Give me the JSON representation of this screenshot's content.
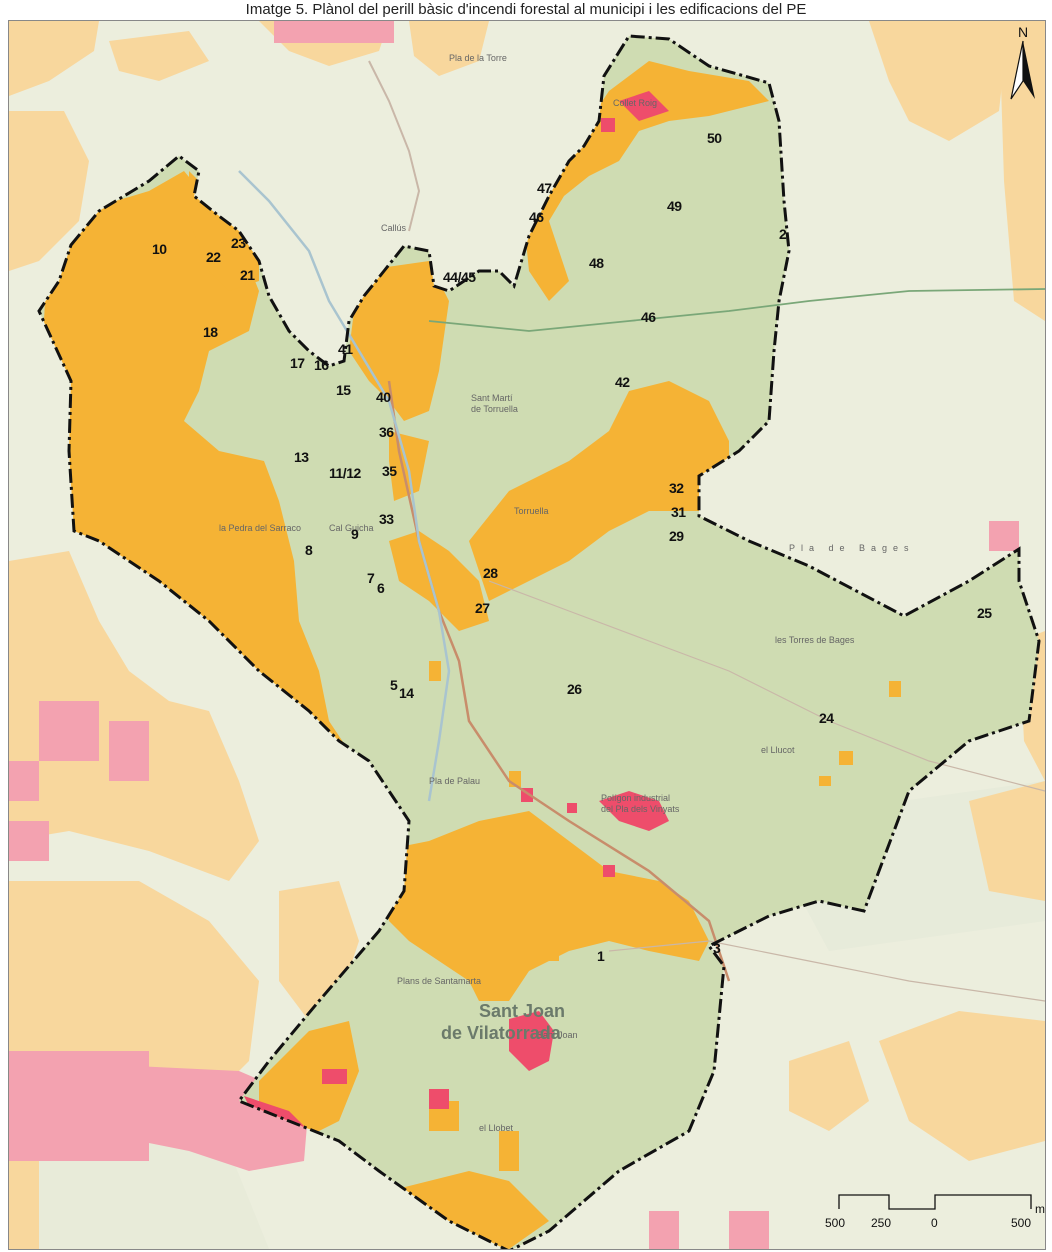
{
  "caption": "Imatge 5. Plànol del perill bàsic d'incendi forestal al municipi i les edificacions del PE",
  "north_arrow": {
    "label": "N",
    "icon": "north-arrow-icon"
  },
  "scale_bar": {
    "ticks": [
      "500",
      "250",
      "0",
      "500"
    ],
    "unit": "m"
  },
  "town_name": {
    "line1": "Sant Joan",
    "line2": "de Vilatorrada"
  },
  "colors": {
    "background_map": "#eceedd",
    "municipality": "#cfdcb2",
    "high_hazard": "#f5b335",
    "very_high_hazard": "#ee4d6b",
    "outside_high_hazard": "#f8d79d",
    "outside_very_high_hazard": "#f3a2b0",
    "boundary": "#111111"
  },
  "place_names": {
    "callus": "Callús",
    "sant_marti": "Sant Martí",
    "de_torruella": "de Torruella",
    "pla_de_bages": "Pla de Bages",
    "el_llobet": "el Llobet",
    "pla_de_la_torre": "Pla de la Torre",
    "plans_de_santa_marta": "Plans de Santamarta",
    "cal_guicha": "Cal Guicha",
    "collet_roig": "Collet Roig",
    "la_pedra_del_sarraco": "la Pedra del Sarraco",
    "poligon_industrial": "Polígon industrial",
    "del_pla_dels_vinyats": "del Pla dels Vinyats",
    "les_torres_de_bages": "les Torres de Bages",
    "el_llucot": "el Llucot",
    "pla_de_palau": "Pla de Palau",
    "sant_joan": "Sant Joan",
    "torruella": "Torruella"
  },
  "building_labels": {
    "b1": "1",
    "b2": "2",
    "b3": "3",
    "b5": "5",
    "b6": "6",
    "b7": "7",
    "b8": "8",
    "b9": "9",
    "b10": "10",
    "b11_12": "11/12",
    "b13": "13",
    "b14": "14",
    "b15": "15",
    "b16": "16",
    "b17": "17",
    "b18": "18",
    "b21": "21",
    "b22": "22",
    "b23": "23",
    "b24": "24",
    "b25": "25",
    "b26": "26",
    "b27": "27",
    "b28": "28",
    "b29": "29",
    "b31": "31",
    "b32": "32",
    "b33": "33",
    "b35": "35",
    "b36": "36",
    "b40": "40",
    "b41": "41",
    "b42": "42",
    "b44_45": "44/45",
    "b46a": "46",
    "b46b": "46",
    "b47": "47",
    "b48": "48",
    "b49": "49",
    "b50": "50"
  }
}
